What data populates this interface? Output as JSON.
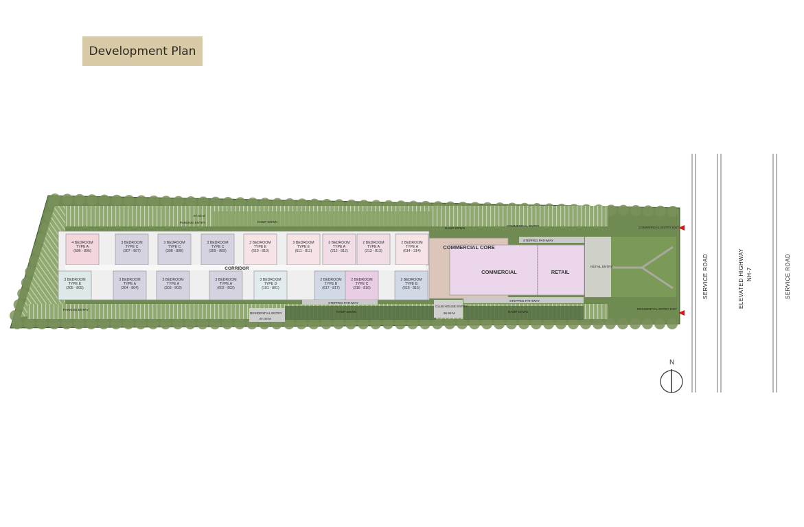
{
  "title": "Development Plan",
  "units_top": [
    {
      "l1": "4 BEDROOM",
      "l2": "TYPE A",
      "l3": "(606 - 806)",
      "color": "#f2d6dc"
    },
    {
      "l1": "3 BEDROOM",
      "l2": "TYPE C",
      "l3": "(307 - 807)",
      "color": "#d6d3e0"
    },
    {
      "l1": "3 BEDROOM",
      "l2": "TYPE C",
      "l3": "(308 - 808)",
      "color": "#d6d3e0"
    },
    {
      "l1": "3 BEDROOM",
      "l2": "TYPE C",
      "l3": "(309 - 809)",
      "color": "#d6d3e0"
    },
    {
      "l1": "3 BEDROOM",
      "l2": "TYPE E",
      "l3": "(610 - 810)",
      "color": "#f5e3e6"
    },
    {
      "l1": "3 BEDROOM",
      "l2": "TYPE E",
      "l3": "(611 - 811)",
      "color": "#f5e3e6"
    },
    {
      "l1": "2 BEDROOM",
      "l2": "TYPE A",
      "l3": "(212 - 812)",
      "color": "#f0dde6"
    },
    {
      "l1": "2 BEDROOM",
      "l2": "TYPE A",
      "l3": "(213 - 813)",
      "color": "#f0dde6"
    },
    {
      "l1": "2 BEDROOM",
      "l2": "TYPE A",
      "l3": "(614 - 314)",
      "color": "#f5e3e6"
    }
  ],
  "units_bottom": [
    {
      "l1": "3 BEDROOM",
      "l2": "TYPE E",
      "l3": "(305 - 805)",
      "color": "#dde8e8"
    },
    {
      "l1": "3 BEDROOM",
      "l2": "TYPE A",
      "l3": "(304 - 804)",
      "color": "#d6d3e0"
    },
    {
      "l1": "3 BEDROOM",
      "l2": "TYPE A",
      "l3": "(303 - 803)",
      "color": "#d6d3e0"
    },
    {
      "l1": "3 BEDROOM",
      "l2": "TYPE A",
      "l3": "(602 - 802)",
      "color": "#d6d3e0"
    },
    {
      "l1": "3 BEDROOM",
      "l2": "TYPE D",
      "l3": "(101 - 801)",
      "color": "#e2ecee"
    },
    {
      "l1": "2 BEDROOM",
      "l2": "TYPE B",
      "l3": "(617 - 817)",
      "color": "#d2d9e6"
    },
    {
      "l1": "2 BEDROOM",
      "l2": "TYPE C",
      "l3": "(316 - 816)",
      "color": "#e8cde4"
    },
    {
      "l1": "2 BEDROOM",
      "l2": "TYPE B",
      "l3": "(615 - 815)",
      "color": "#d2d9e6"
    }
  ],
  "labels": {
    "corridor": "CORRIDOR",
    "commercial_core": "COMMERCIAL CORE",
    "commercial": "COMMERCIAL",
    "retail": "RETAIL",
    "retail_entry": "RETAIL ENTRY",
    "commercial_entry": "COMMERCIAL ENTRY",
    "commercial_entry_exit": "COMMERCIAL ENTRY EXIT",
    "residential_entry_exit": "RESIDENTIAL ENTRY EXIT",
    "stepped_pathway": "STEPPED PATHWAY",
    "ramp_down": "RAMP DOWN",
    "parking_entry": "PARKING ENTRY",
    "residential_entry": "RESIDENTIAL ENTRY",
    "club_house_entry": "CLUB HOUSE ENTRY",
    "level_residential": "97.00 M",
    "level_club": "96.95 M",
    "level_top": "97.50 M",
    "north": "N"
  },
  "roads": {
    "left": "SERVICE ROAD",
    "middle_1": "ELEVATED HIGHWAY",
    "middle_2": "NH-7",
    "right": "SERVICE ROAD"
  },
  "colors": {
    "grass": "#8aa569",
    "green_dark": "#4e6b3a",
    "road_line": "#999999",
    "entry_arrow": "#cc1a1a",
    "commercial": "#ecd6ec",
    "commercial_core": "#dcc6ba"
  }
}
